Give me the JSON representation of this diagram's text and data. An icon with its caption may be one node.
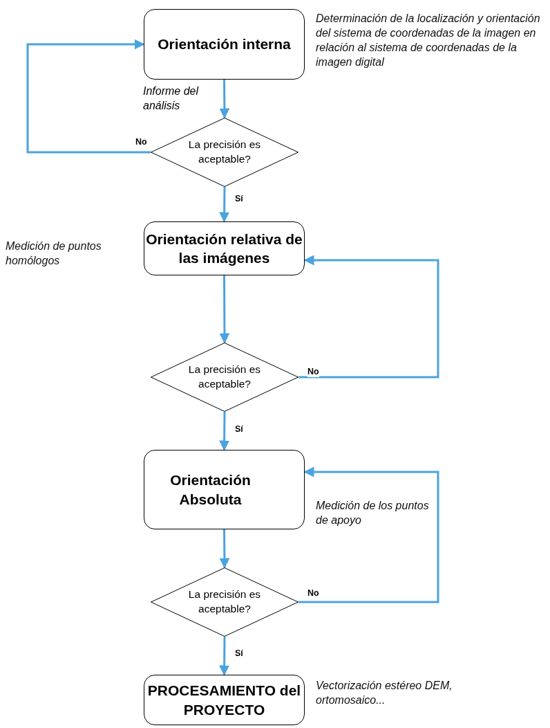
{
  "diagram": {
    "nodes": [
      {
        "text": [
          "Orientación interna"
        ],
        "beside": [
          "Determinación de la localización y orientación del sistema de coordenadas de la imagen en relación al sistema de coordenadas de la imagen digital"
        ]
      },
      {
        "text": [
          "La precisión es aceptable?"
        ]
      },
      {
        "text": [
          "Orientación relativa de las imágenes"
        ],
        "beside": [
          "Medición de puntos homólogos"
        ]
      },
      {
        "text": [
          "La precisión es aceptable?"
        ]
      },
      {
        "text": [
          "Orientación Absoluta"
        ],
        "beside": [
          "Medición de los puntos de apoyo"
        ]
      },
      {
        "text": [
          "La precisión es aceptable?"
        ]
      },
      {
        "text": [
          "PROCESAMIENTO del PROYECTO"
        ],
        "beside": [
          "Vectorización estéreo DEM, ortomosaico..."
        ]
      }
    ],
    "edges": [
      {
        "from": 0,
        "to": 1,
        "arrow": "to",
        "label": "Informe del análisis"
      },
      {
        "from": 1,
        "to": 0,
        "arrow": "to",
        "label": "No"
      },
      {
        "from": 1,
        "to": 2,
        "arrow": "to",
        "label": "Sí"
      },
      {
        "from": 2,
        "to": 3,
        "arrow": "to"
      },
      {
        "from": 3,
        "to": 2,
        "arrow": "to",
        "label": "No"
      },
      {
        "from": 3,
        "to": 4,
        "arrow": "to",
        "label": "Sí"
      },
      {
        "from": 4,
        "to": 5,
        "arrow": "to"
      },
      {
        "from": 5,
        "to": 4,
        "arrow": "to",
        "label": "No"
      },
      {
        "from": 5,
        "to": 6,
        "arrow": "to",
        "label": "Sí"
      }
    ]
  }
}
